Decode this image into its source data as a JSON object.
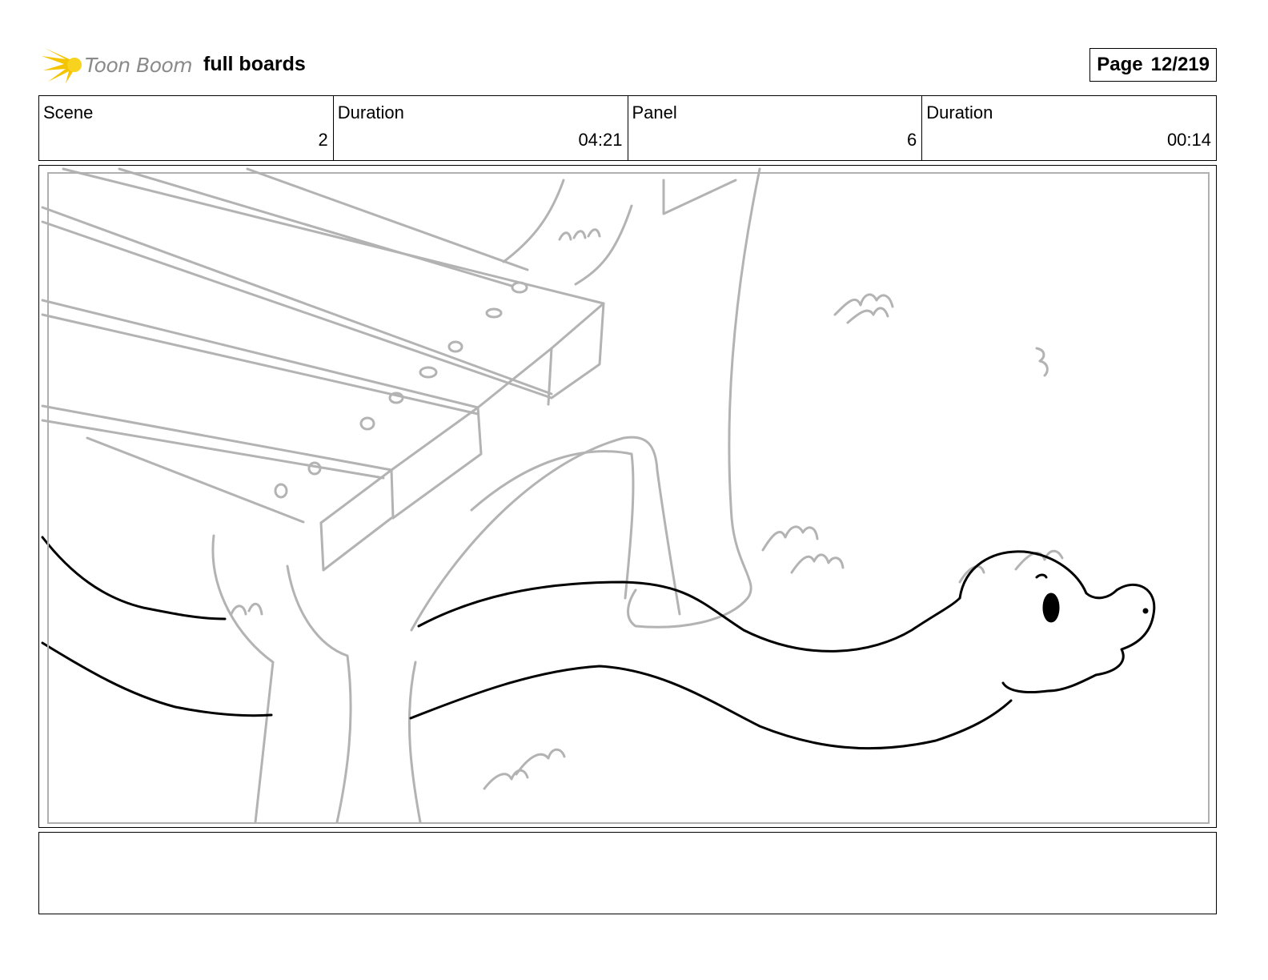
{
  "header": {
    "logo_text": "Toon Boom",
    "project_title": "full boards",
    "page_label": "Page",
    "page_number": "12/219"
  },
  "info": [
    {
      "label": "Scene",
      "value": "2"
    },
    {
      "label": "Duration",
      "value": "04:21"
    },
    {
      "label": "Panel",
      "value": "6"
    },
    {
      "label": "Duration",
      "value": "00:14"
    }
  ],
  "colors": {
    "logo_yellow": "#f5c400",
    "sketch_gray": "#b3b3b3",
    "ink_black": "#000000"
  },
  "icons": {
    "logo": "toon-boom-burst-icon"
  }
}
